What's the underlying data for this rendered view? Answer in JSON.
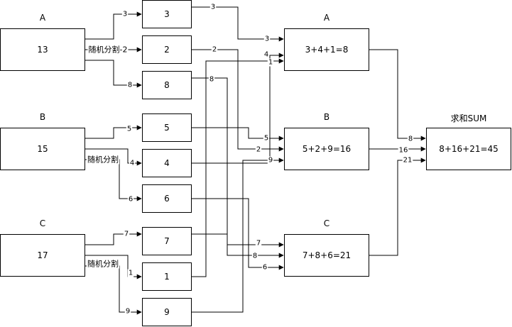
{
  "diagram": {
    "sources": [
      {
        "id": "A",
        "title": "A",
        "value": "13",
        "split_label": "随机分割",
        "parts": [
          "3",
          "2",
          "8"
        ]
      },
      {
        "id": "B",
        "title": "B",
        "value": "15",
        "split_label": "随机分割",
        "parts": [
          "5",
          "4",
          "6"
        ]
      },
      {
        "id": "C",
        "title": "C",
        "value": "17",
        "split_label": "随机分割",
        "parts": [
          "7",
          "1",
          "9"
        ]
      }
    ],
    "pieces": [
      {
        "id": "p3",
        "value": "3"
      },
      {
        "id": "p2",
        "value": "2"
      },
      {
        "id": "p8",
        "value": "8"
      },
      {
        "id": "p5",
        "value": "5"
      },
      {
        "id": "p4",
        "value": "4"
      },
      {
        "id": "p6",
        "value": "6"
      },
      {
        "id": "p7",
        "value": "7"
      },
      {
        "id": "p1",
        "value": "1"
      },
      {
        "id": "p9",
        "value": "9"
      }
    ],
    "aggregates": [
      {
        "id": "A",
        "title": "A",
        "expression": "3+4+1=8",
        "output": "8",
        "inputs": [
          "3",
          "4",
          "1"
        ]
      },
      {
        "id": "B",
        "title": "B",
        "expression": "5+2+9=16",
        "output": "16",
        "inputs": [
          "5",
          "2",
          "9"
        ]
      },
      {
        "id": "C",
        "title": "C",
        "expression": "7+8+6=21",
        "output": "21",
        "inputs": [
          "7",
          "8",
          "6"
        ]
      }
    ],
    "sum": {
      "title": "求和SUM",
      "expression": "8+16+21=45",
      "inputs": [
        "8",
        "16",
        "21"
      ]
    }
  }
}
